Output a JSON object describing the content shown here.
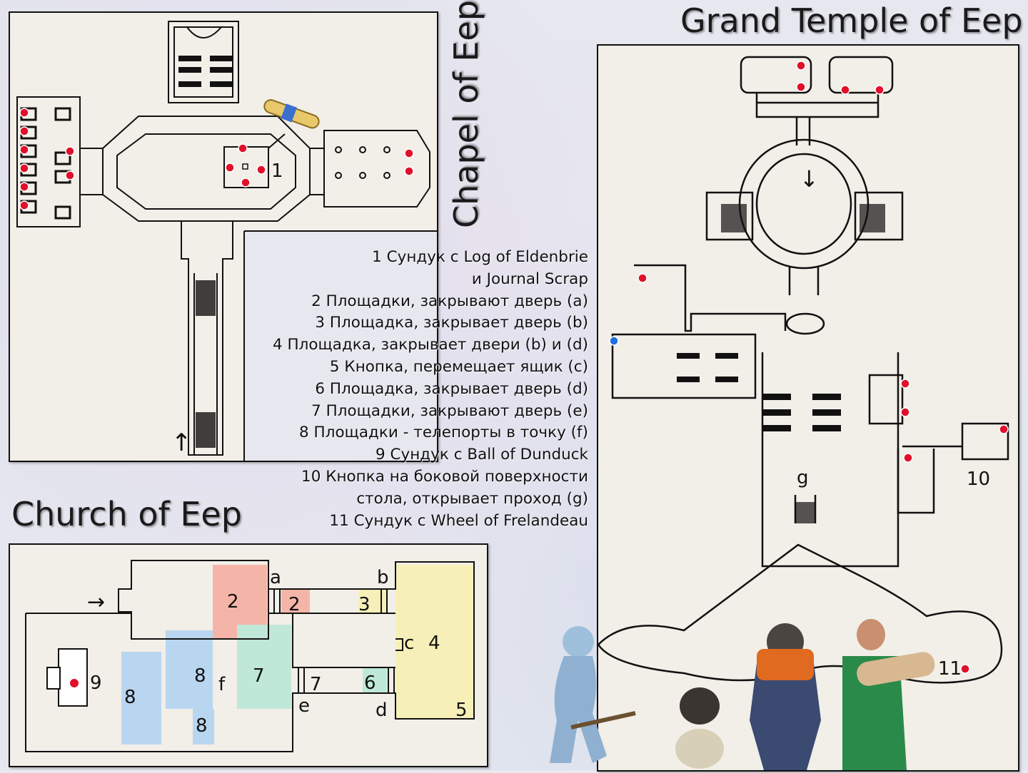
{
  "titles": {
    "chapel": "Chapel of Eep",
    "grand_temple": "Grand Temple of Eep",
    "church": "Church of Eep"
  },
  "legend": [
    "1 Сундук с Log of Eldenbrie",
    "и Journal Scrap",
    "2 Площадки, закрывают дверь (a)",
    "3 Площадка, закрывает дверь (b)",
    "4 Площадка, закрывает двери (b) и (d)",
    "5 Кнопка, перемещает ящик (c)",
    "6 Площадка, закрывает дверь (d)",
    "7 Площадки, закрывают дверь (e)",
    "8 Площадки - телепорты в точку (f)",
    "9 Сундук с Ball of Dunduck",
    "10 Кнопка на боковой поверхности",
    "стола, открывает проход (g)",
    "11 Сундук с Wheel of Frelandeau"
  ],
  "chapel_labels": {
    "chest_1": "1",
    "entry_arrow": "↑"
  },
  "temple_labels": {
    "passage_g": "g",
    "button_10": "10",
    "chest_11": "11",
    "arrow": "↓"
  },
  "church_labels": {
    "door_a": "a",
    "door_b": "b",
    "box_c": "c",
    "door_d": "d",
    "door_e": "e",
    "point_f": "f",
    "entry_arrow": "→",
    "zones": {
      "z2a": "2",
      "z2b": "2",
      "z3": "3",
      "z4": "4",
      "z5": "5",
      "z6": "6",
      "z7a": "7",
      "z7b": "7",
      "z8a": "8",
      "z8b": "8",
      "z8c": "8",
      "z9": "9"
    }
  },
  "colors": {
    "chest_marker": "#e0102a",
    "button_marker": "#1f6fe0",
    "zone_2": "#f4b5a8",
    "zone_3_4_5": "#f6f0b8",
    "zone_6_7": "#bfe8d8",
    "zone_8": "#b8d6f0"
  }
}
